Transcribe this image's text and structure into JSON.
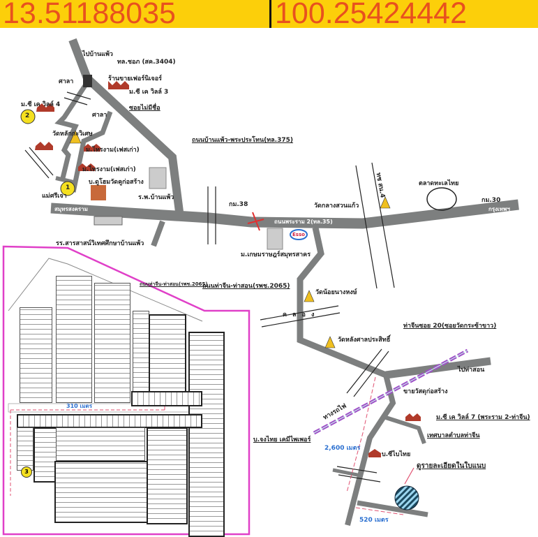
{
  "header": {
    "latitude": "13.51188035",
    "longitude": "100.25424442",
    "colors": {
      "background": "#fccf0a",
      "text": "#e8511e"
    }
  },
  "map": {
    "colors": {
      "road": "#7d7f7f",
      "inset_border": "#e040c8",
      "railway": "#a050c8",
      "distance": "#2a6fd0"
    },
    "labels": {
      "to_banphaeo": "ไปบ้านแพ้ว",
      "road_3404": "ทล.ชอภ (สค.3404)",
      "sala_1": "ศาลา",
      "furniture_shop": "ร้านขายเฟอร์นิเจอร์",
      "ck_ville_3": "ม.ซี เค วิลล์ 3",
      "ck_ville_4": "ม.ซี เค วิลล์ 4",
      "unnamed_soi": "ซอยไม่มีชื่อ",
      "sala_2": "ศาลา",
      "temple_north": "วัดหลักกะวิเศษ",
      "road_375": "ถนนบ้านแพ้ว-พระประโทน(ทล.375)",
      "sai_ngam_1": "ม.ไทรงาม(เฟสเก่า)",
      "sai_ngam_2": "ม.ไทรงาม(เฟสเก่า)",
      "do_home": "บ.ดูโฮมวัดคูก่อสร้าง",
      "hospital": "ร.พ.บ้านแพ้ว",
      "mae_si": "แม่ศรีเจา",
      "samut_songkhram": "สมุทรสงคราม",
      "km38": "กม.38",
      "km30": "กม.30",
      "bangkok": "กรุงเทพฯ",
      "rama2": "ถนนพระราม 2(ทล.35)",
      "temple_klang": "วัดกลางสวนแก้ว",
      "market": "ตลาดทะเลไทย",
      "university": "ม.เกษมราษฎร์สมุทรสาคร",
      "school": "รร.สารสาสน์วิเทศศึกษาบ้านแพ้ว",
      "expressway": "ทช สน.4",
      "road_2065": "ถนนท่าจีน-ท่าสอน(รพช.2065)",
      "temple_noi": "วัดน้อยนางหงษ์",
      "canal": "คลอง",
      "temple_lang": "วัดหลังศาลประสิทธิ์",
      "soi20": "ท่าจีนซอย 20(ซอยวัดกระซ้าขาว)",
      "to_thason": "ไปท่าสอน",
      "railway": "ทางรถไฟ",
      "construction_shop": "ขายวัสดุก่อสร้าง",
      "ck_ville_7": "ม.ซี เค วิลล์ 7 (พระราม 2-ท่าจีน)",
      "chong_thai": "บ.จงไทย เคมีไพเพอร์",
      "municipality": "เทศบาลตำบลท่าจีน",
      "dist_2600": "2,600 เมตร",
      "sibai_thai": "บ.ซีไบไทย",
      "see_attachment": "ดูรายละเอียดในใบแนบ",
      "dist_520": "520 เมตร",
      "esso": "Esso",
      "marker_1": "1",
      "marker_2": "2"
    }
  },
  "inset": {
    "dist_310": "310 เมตร",
    "marker_3": "3",
    "road_2065_label": "ถนนท่าจีน-ท่าสอน(รพช.2065)"
  }
}
